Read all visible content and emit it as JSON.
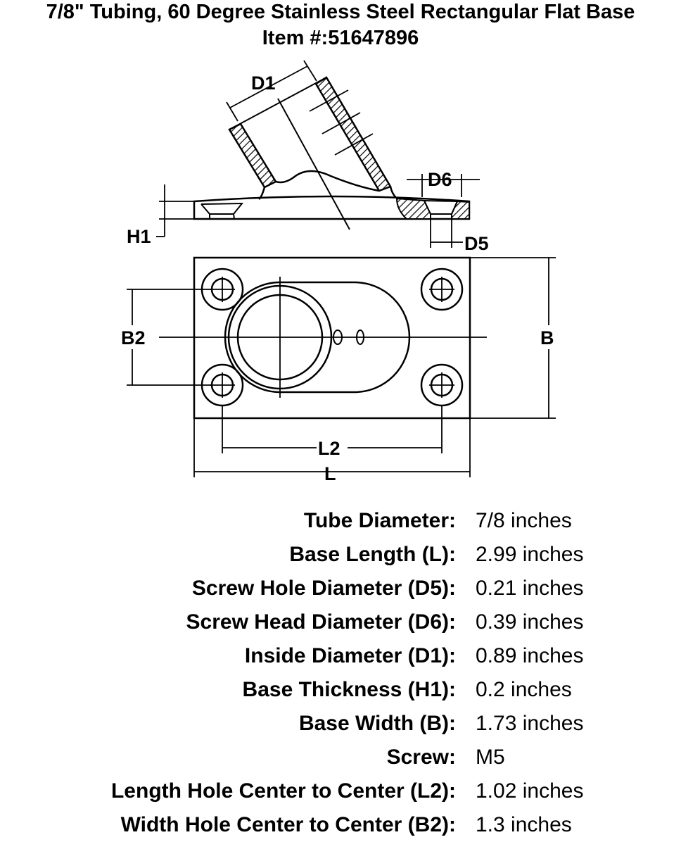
{
  "header": {
    "title": "7/8\" Tubing, 60 Degree Stainless Steel Rectangular Flat Base",
    "item_label": "Item #:",
    "item_number": "51647896"
  },
  "drawing": {
    "labels": {
      "d1": "D1",
      "d6": "D6",
      "d5": "D5",
      "h1": "H1",
      "b2": "B2",
      "b": "B",
      "l2": "L2",
      "l": "L"
    }
  },
  "specs": [
    {
      "label": "Tube Diameter:",
      "value": "7/8 inches"
    },
    {
      "label": "Base Length (L):",
      "value": "2.99 inches"
    },
    {
      "label": "Screw Hole Diameter (D5):",
      "value": "0.21 inches"
    },
    {
      "label": "Screw Head Diameter (D6):",
      "value": "0.39 inches"
    },
    {
      "label": "Inside Diameter (D1):",
      "value": "0.89 inches"
    },
    {
      "label": "Base Thickness (H1):",
      "value": "0.2 inches"
    },
    {
      "label": "Base Width (B):",
      "value": "1.73 inches"
    },
    {
      "label": "Screw:",
      "value": "M5"
    },
    {
      "label": "Length Hole Center to Center (L2):",
      "value": "1.02 inches"
    },
    {
      "label": "Width Hole Center to Center (B2):",
      "value": "1.3 inches"
    }
  ]
}
